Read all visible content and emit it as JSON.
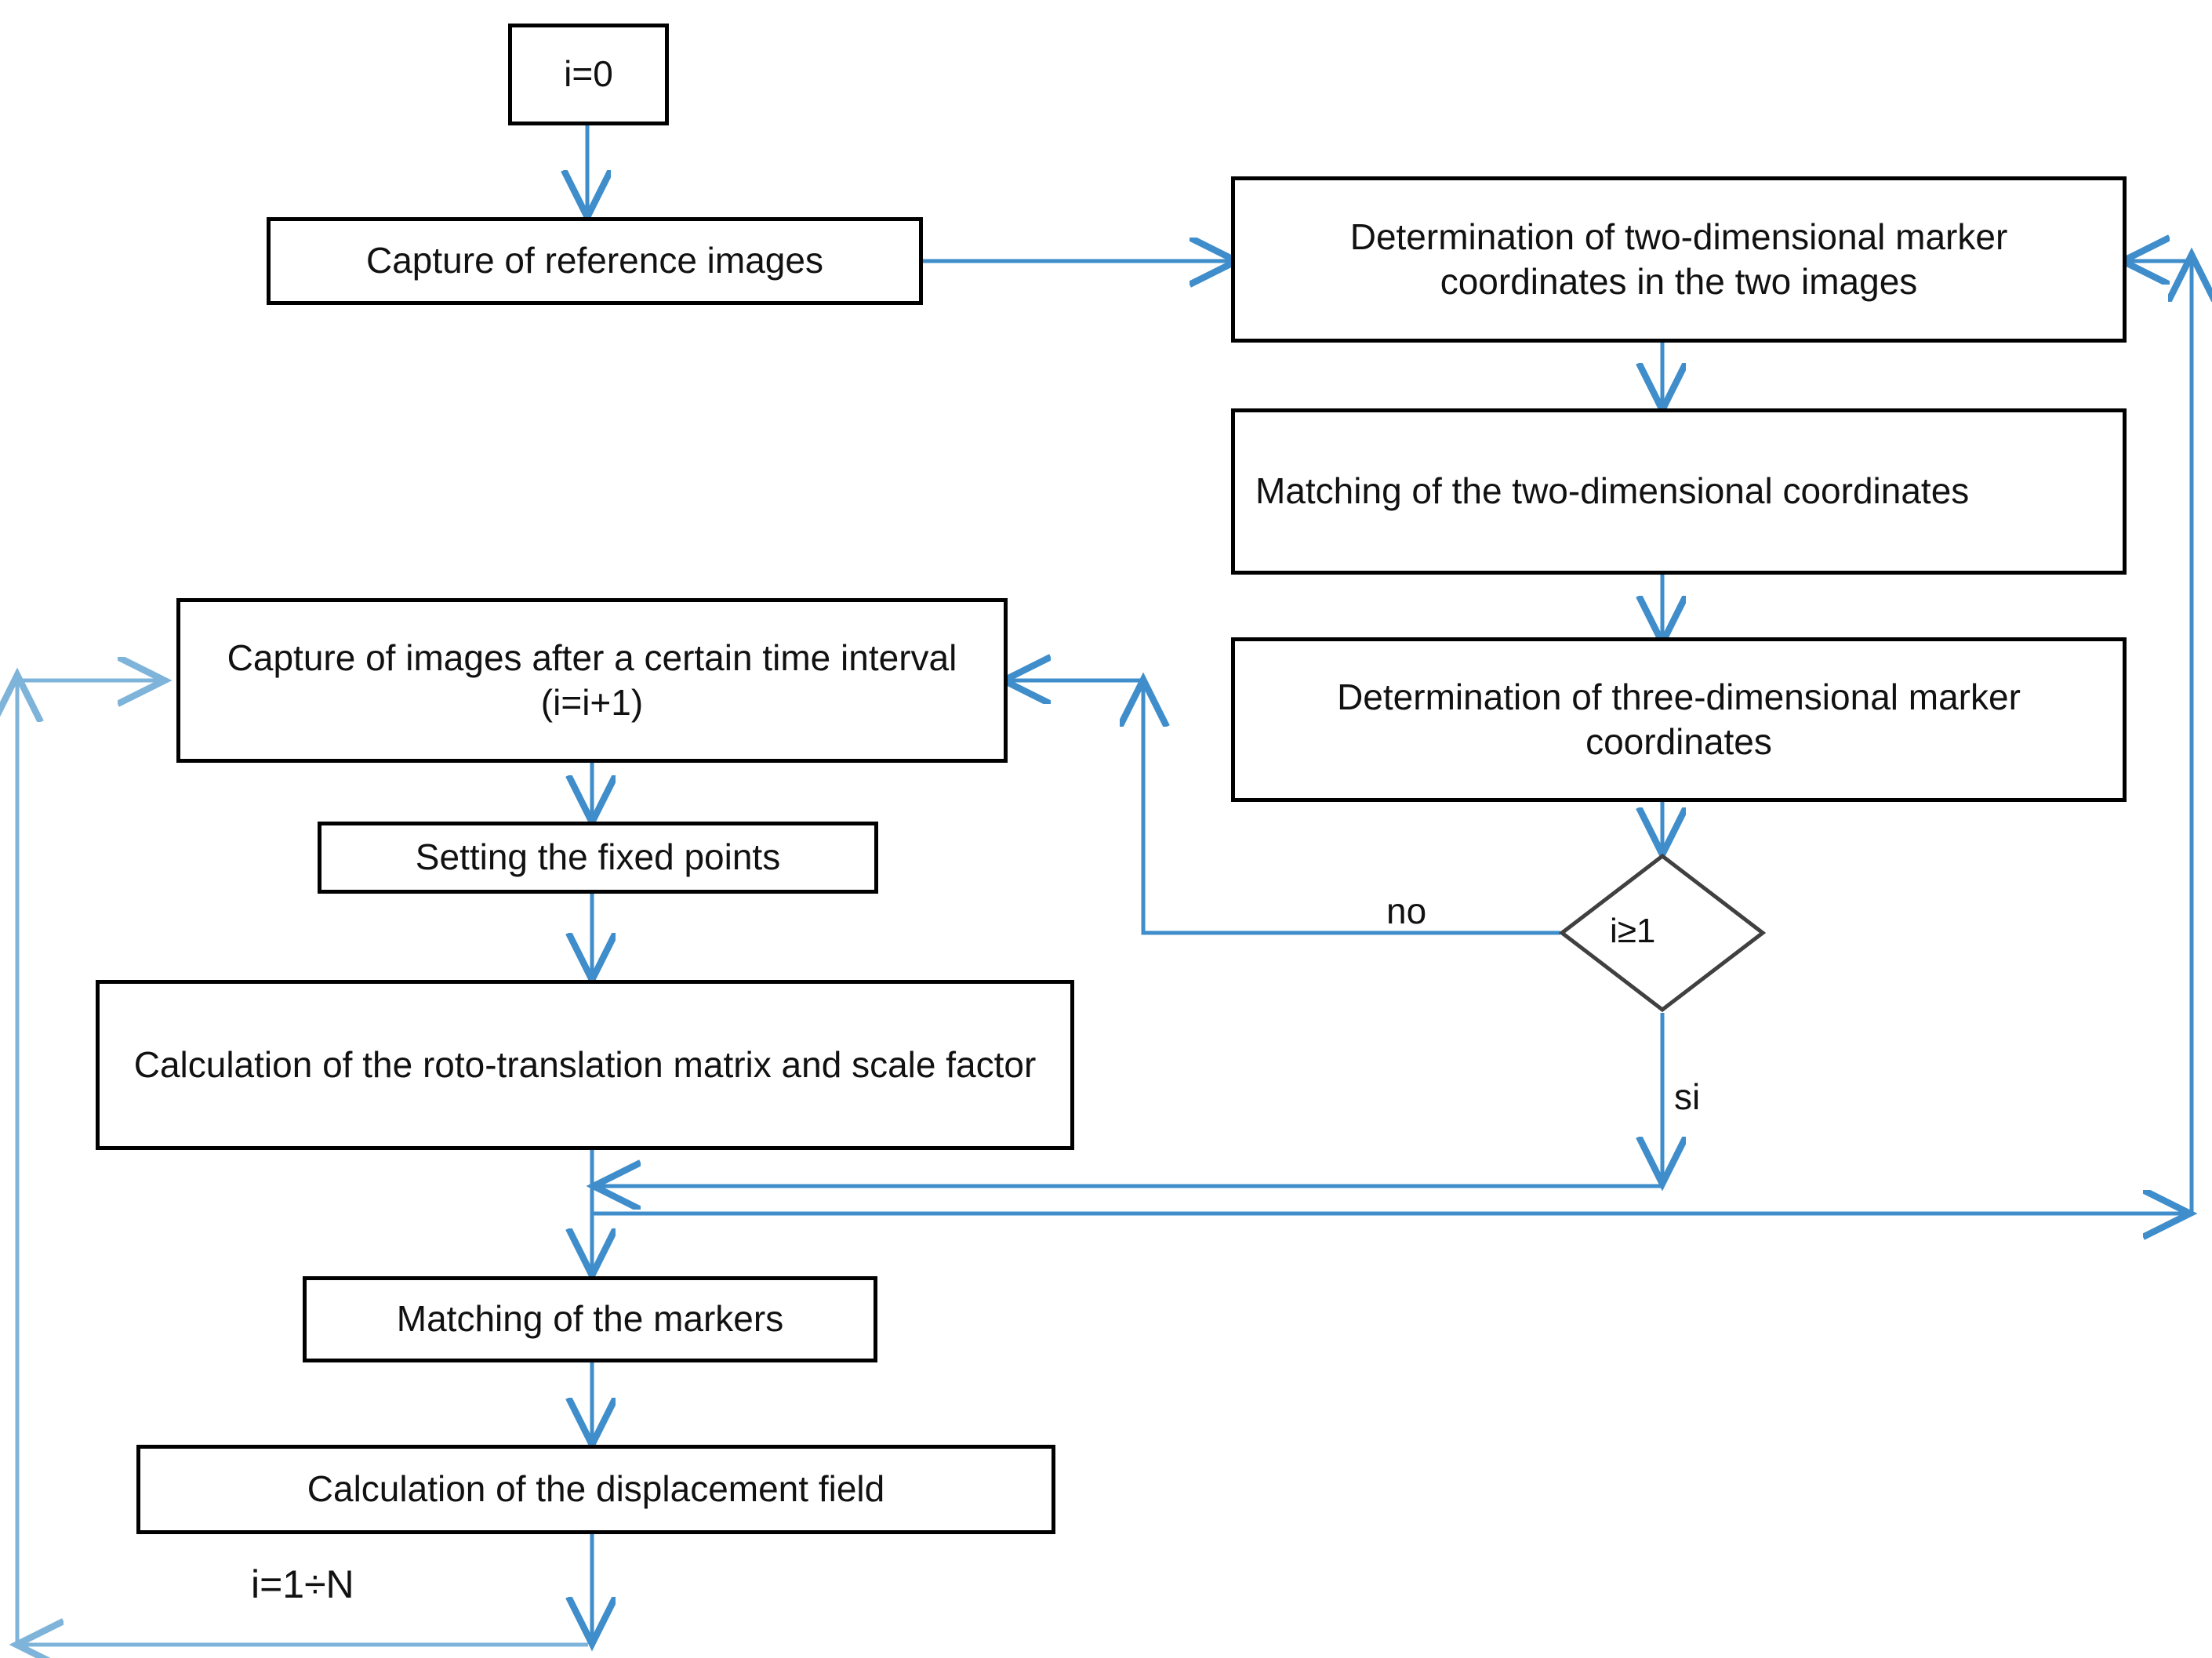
{
  "diagram": {
    "title": "Photogrammetric displacement measurement flowchart",
    "colors": {
      "arrow": "#3f8ecb",
      "arrow_light": "#7fb4da",
      "box_border": "#000000",
      "diamond_border": "#404040",
      "text": "#111111",
      "background": "#ffffff"
    },
    "nodes": [
      {
        "id": "init",
        "label": "i=0"
      },
      {
        "id": "capture_ref",
        "label": "Capture of reference images"
      },
      {
        "id": "det_2d",
        "label": "Determination of two-dimensional marker coordinates in the two images"
      },
      {
        "id": "match_2d",
        "label": "Matching of the two-dimensional coordinates"
      },
      {
        "id": "det_3d",
        "label": "Determination of three-dimensional marker coordinates"
      },
      {
        "id": "capture_t",
        "label": "Capture of images after a certain time interval (i=i+1)"
      },
      {
        "id": "fixed_pts",
        "label": "Setting the fixed points"
      },
      {
        "id": "roto",
        "label": "Calculation of the roto-translation matrix and scale factor"
      },
      {
        "id": "match_mark",
        "label": "Matching of the markers"
      },
      {
        "id": "displacement",
        "label": "Calculation of the displacement field"
      }
    ],
    "decision": {
      "id": "cond_i1",
      "label": "i≥1"
    },
    "edge_labels": {
      "no": "no",
      "si": "si"
    },
    "loop_label": "i=1÷N"
  }
}
